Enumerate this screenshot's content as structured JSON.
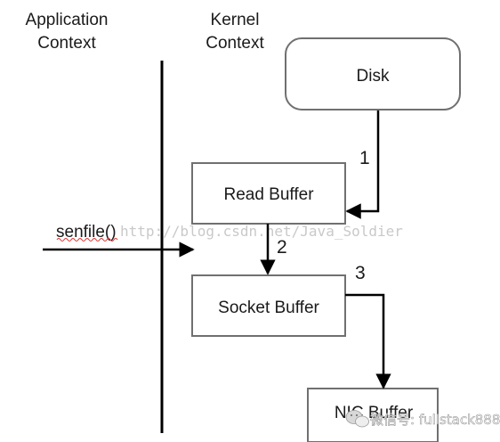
{
  "contexts": {
    "application": [
      "Application",
      "Context"
    ],
    "kernel": [
      "Kernel",
      "Context"
    ]
  },
  "boxes": {
    "disk": "Disk",
    "read_buffer": "Read Buffer",
    "socket_buffer": "Socket Buffer",
    "nic_buffer": "NIC Buffer"
  },
  "call": {
    "label": "senfile()"
  },
  "steps": {
    "one": "1",
    "two": "2",
    "three": "3"
  },
  "watermark": {
    "url": "http://blog.csdn.net/Java_Soldier",
    "wechat": "微信号: fullstack888"
  }
}
